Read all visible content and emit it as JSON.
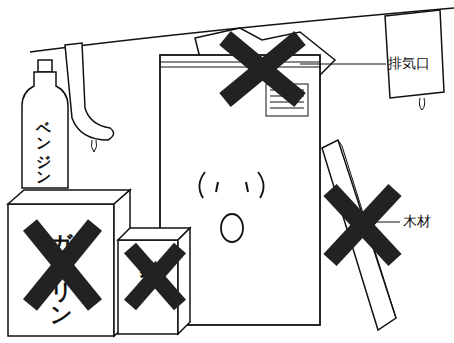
{
  "diagram": {
    "nodes": [
      {
        "text": [
          "ベンジン"
        ]
      },
      {
        "text": [
          "ガソリン"
        ]
      },
      {
        "text": [
          "接着剤"
        ]
      }
    ],
    "labels": [
      "排気口",
      "木材"
    ]
  }
}
